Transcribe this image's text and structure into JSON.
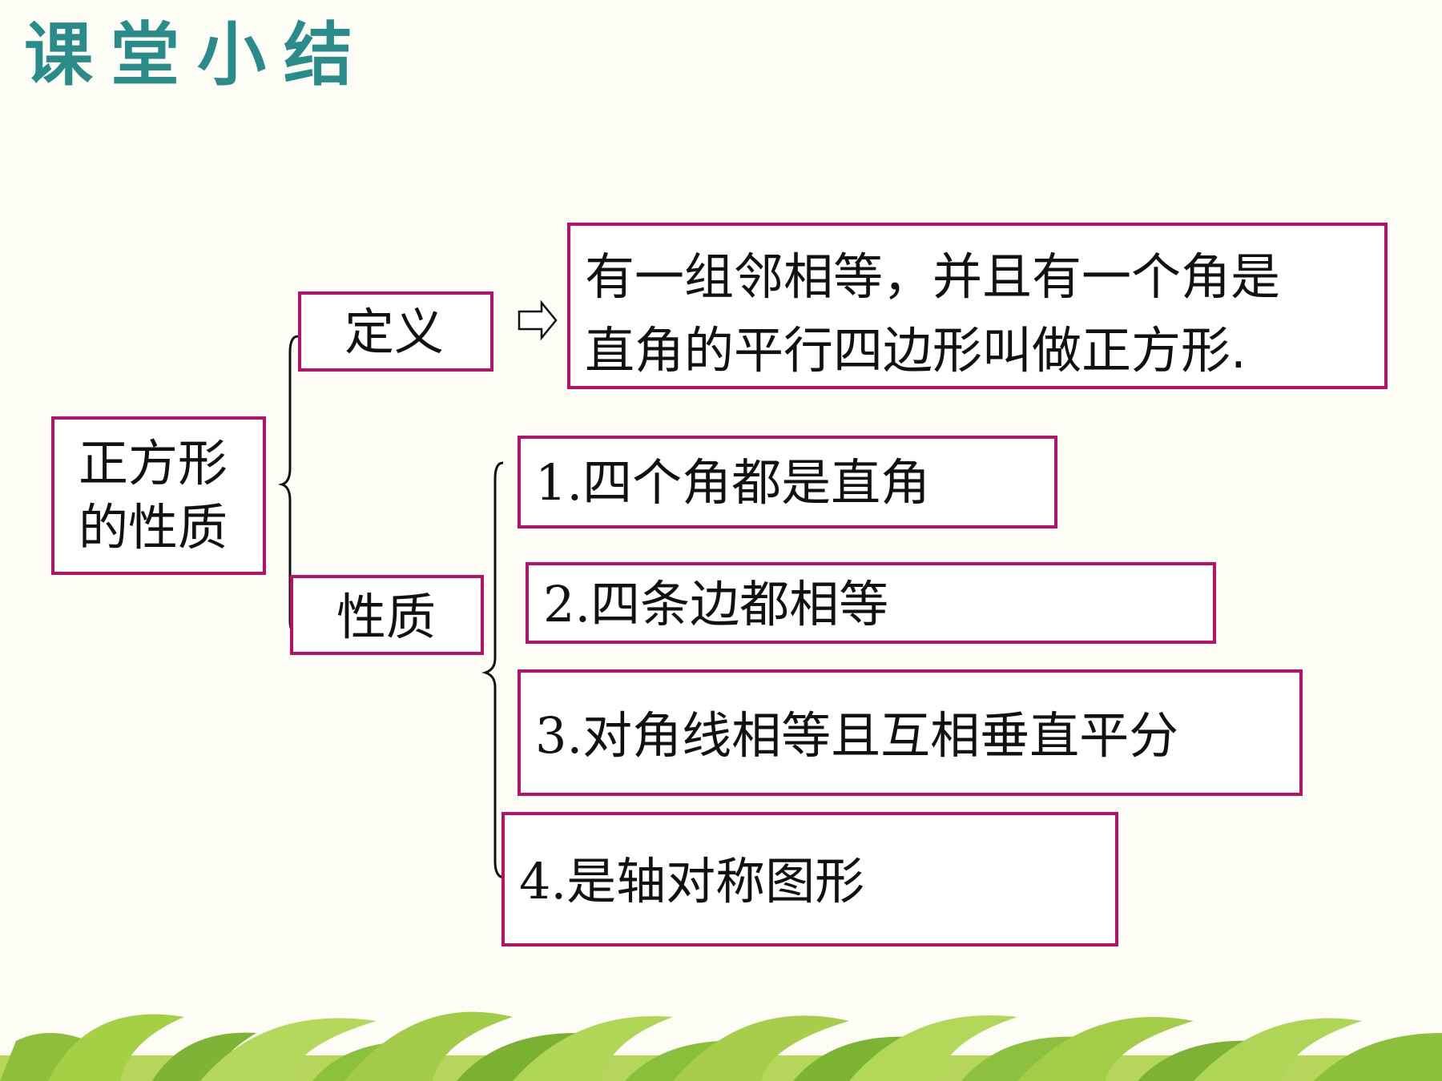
{
  "title": "课堂小结",
  "root": {
    "line1": "正方形",
    "line2": "的性质"
  },
  "definition": {
    "label": "定义",
    "text_line1": "有一组邻相等，并且有一个角是",
    "text_line2": "直角的平行四边形叫做正方形."
  },
  "properties": {
    "label": "性质",
    "items": [
      {
        "num": "1.",
        "text": "四个角都是直角"
      },
      {
        "num": "2.",
        "text": "四条边都相等"
      },
      {
        "num": "3.",
        "text": "对角线相等且互相垂直平分"
      },
      {
        "num": "4.",
        "text": "是轴对称图形"
      }
    ]
  },
  "colors": {
    "title": "#2a8c8a",
    "box_border": "#b5136a",
    "leaf_green": "#9bc63b"
  },
  "icons": {
    "arrow": "right-arrow-icon"
  }
}
